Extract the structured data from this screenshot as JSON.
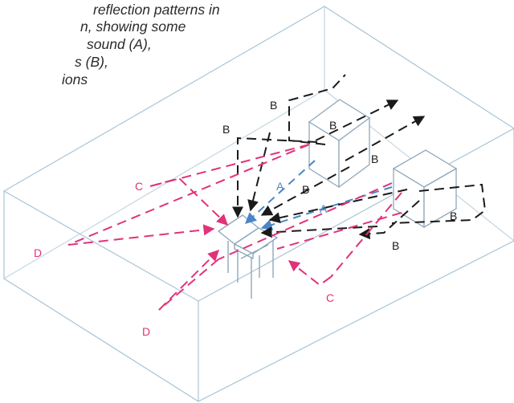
{
  "caption": {
    "lines": [
      "reflection patterns in",
      "n, showing some",
      "sound (A),",
      "s (B),",
      "ions"
    ]
  },
  "labels": {
    "direct": "A",
    "early": "B",
    "c": "C",
    "d": "D"
  },
  "colors": {
    "room_edges": "#a9c4d6",
    "objects": "#8fa8bb",
    "direct_A": "#4a86c7",
    "reflection_B": "#1a1a1a",
    "reflection_C": "#e0337a",
    "reflection_D": "#e0337a"
  }
}
